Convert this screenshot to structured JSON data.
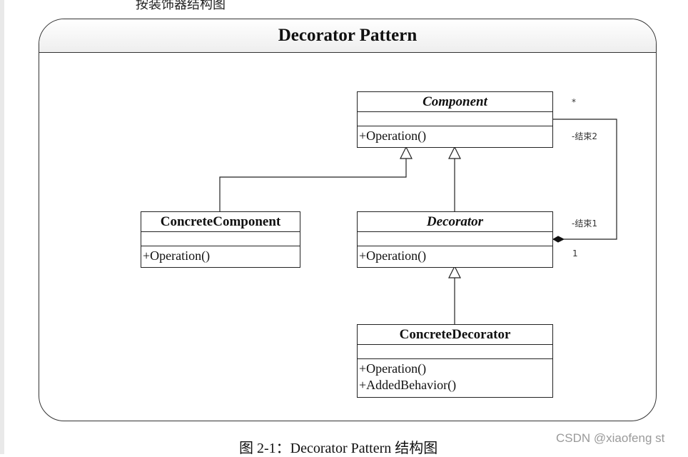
{
  "top_text": "按装饰器结构图",
  "diagram": {
    "title": "Decorator Pattern",
    "classes": {
      "component": {
        "name": "Component",
        "operations": [
          "+Operation()"
        ]
      },
      "concrete_component": {
        "name": "ConcreteComponent",
        "operations": [
          "+Operation()"
        ]
      },
      "decorator": {
        "name": "Decorator",
        "operations": [
          "+Operation()"
        ]
      },
      "concrete_decorator": {
        "name": "ConcreteDecorator",
        "operations": [
          "+Operation()",
          "+AddedBehavior()"
        ]
      }
    },
    "association": {
      "end2_multiplicity": "*",
      "end2_label": "-结束2",
      "end1_label": "-结束1",
      "end1_multiplicity": "1"
    }
  },
  "caption": "图 2-1：Decorator Pattern 结构图",
  "watermark": "CSDN @xiaofeng st"
}
